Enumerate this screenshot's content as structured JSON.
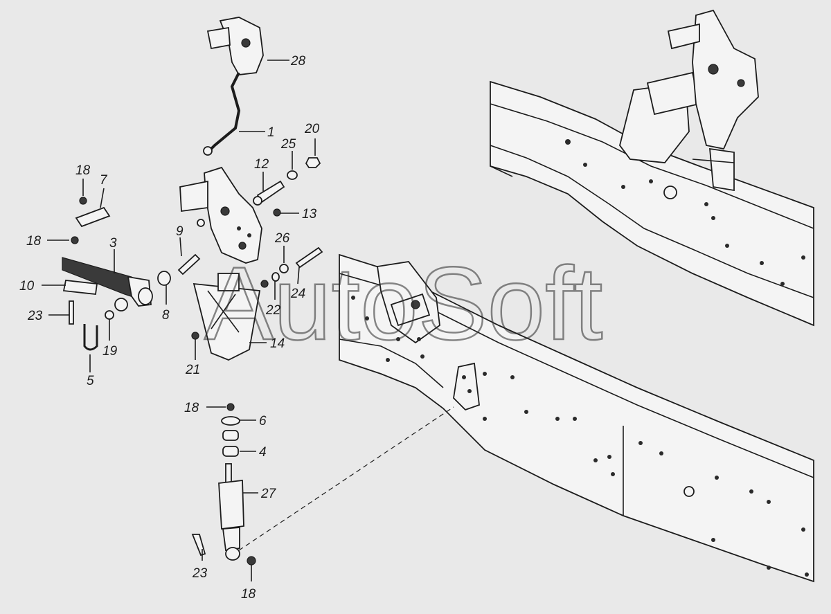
{
  "watermark": "AutoSoft",
  "callouts": [
    {
      "id": "c28",
      "text": "28"
    },
    {
      "id": "c1",
      "text": "1"
    },
    {
      "id": "c20",
      "text": "20"
    },
    {
      "id": "c25",
      "text": "25"
    },
    {
      "id": "c12",
      "text": "12"
    },
    {
      "id": "c13",
      "text": "13"
    },
    {
      "id": "c18a",
      "text": "18"
    },
    {
      "id": "c7",
      "text": "7"
    },
    {
      "id": "c18b",
      "text": "18"
    },
    {
      "id": "c3",
      "text": "3"
    },
    {
      "id": "c9",
      "text": "9"
    },
    {
      "id": "c26",
      "text": "26"
    },
    {
      "id": "c10",
      "text": "10"
    },
    {
      "id": "c24",
      "text": "24"
    },
    {
      "id": "c22",
      "text": "22"
    },
    {
      "id": "c8",
      "text": "8"
    },
    {
      "id": "c23a",
      "text": "23"
    },
    {
      "id": "c19",
      "text": "19"
    },
    {
      "id": "c14",
      "text": "14"
    },
    {
      "id": "c5",
      "text": "5"
    },
    {
      "id": "c21",
      "text": "21"
    },
    {
      "id": "c18c",
      "text": "18"
    },
    {
      "id": "c6",
      "text": "6"
    },
    {
      "id": "c4",
      "text": "4"
    },
    {
      "id": "c27",
      "text": "27"
    },
    {
      "id": "c23b",
      "text": "23"
    },
    {
      "id": "c18d",
      "text": "18"
    }
  ]
}
